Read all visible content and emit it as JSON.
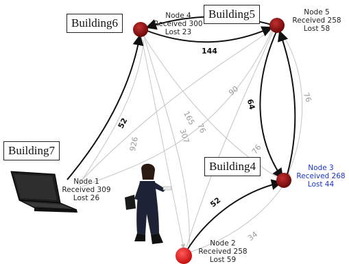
{
  "buildings": {
    "b6": "Building6",
    "b5": "Building5",
    "b7": "Building7",
    "b4": "Building4"
  },
  "nodes": {
    "n4": {
      "name": "Node 4",
      "received": "Received 300",
      "lost": "Lost 23"
    },
    "n5": {
      "name": "Node 5",
      "received": "Received 258",
      "lost": "Lost 58"
    },
    "n1": {
      "name": "Node 1",
      "received": "Received 309",
      "lost": "Lost 26"
    },
    "n3": {
      "name": "Node 3",
      "received": "Received 268",
      "lost": "Lost 44"
    },
    "n2": {
      "name": "Node 2",
      "received": "Received 258",
      "lost": "Lost 59"
    }
  },
  "edges": {
    "n4_n5": "144",
    "n1_n4": "52",
    "n5_n3": "64",
    "n2_n3": "52",
    "n4_b": "165",
    "n4_c": "76",
    "n4_d": "307",
    "n5_a": "90",
    "n5_b": "76",
    "n5_c": "76",
    "n1_a": "926",
    "n2_a": "34"
  },
  "colors": {
    "node_dark": "#8b0f0f",
    "node_bright": "#e01818",
    "edge_strong": "#111111",
    "edge_weak": "#b9b9b9",
    "label_blue": "#1a35c8"
  },
  "icons": {
    "laptop": "laptop-icon",
    "person": "person-illustration"
  }
}
